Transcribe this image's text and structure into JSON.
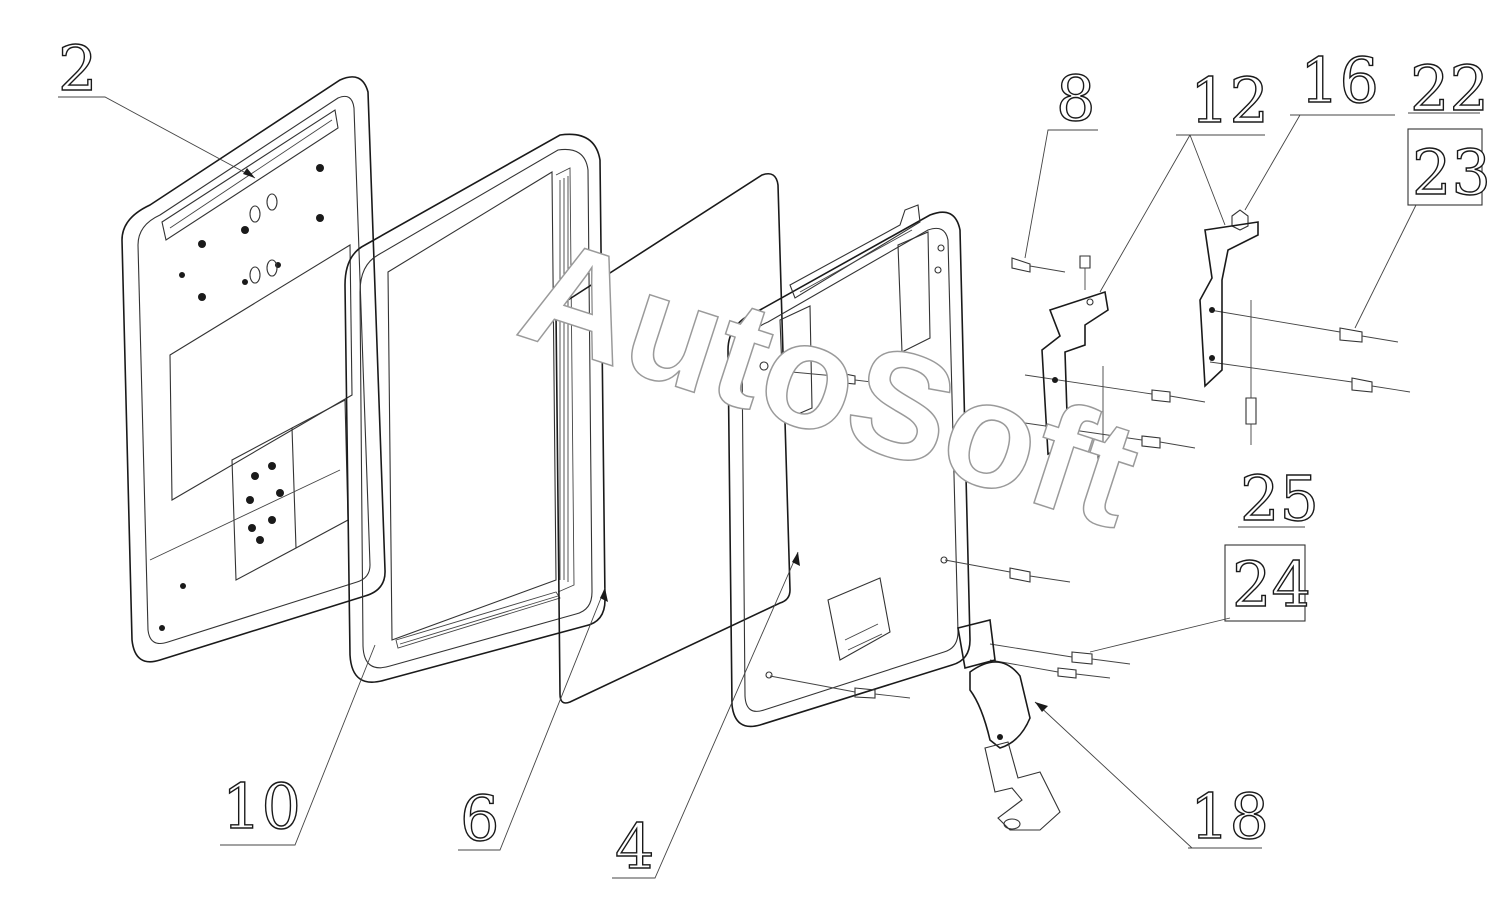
{
  "watermark": "AutoSoft",
  "callouts": [
    {
      "id": "c2",
      "text": "2"
    },
    {
      "id": "c4",
      "text": "4"
    },
    {
      "id": "c6",
      "text": "6"
    },
    {
      "id": "c8",
      "text": "8"
    },
    {
      "id": "c10",
      "text": "10"
    },
    {
      "id": "c12",
      "text": "12"
    },
    {
      "id": "c16",
      "text": "16"
    },
    {
      "id": "c18",
      "text": "18"
    },
    {
      "id": "c22",
      "text": "22"
    },
    {
      "id": "c23",
      "text": "23"
    },
    {
      "id": "c24",
      "text": "24"
    },
    {
      "id": "c25",
      "text": "25"
    }
  ]
}
